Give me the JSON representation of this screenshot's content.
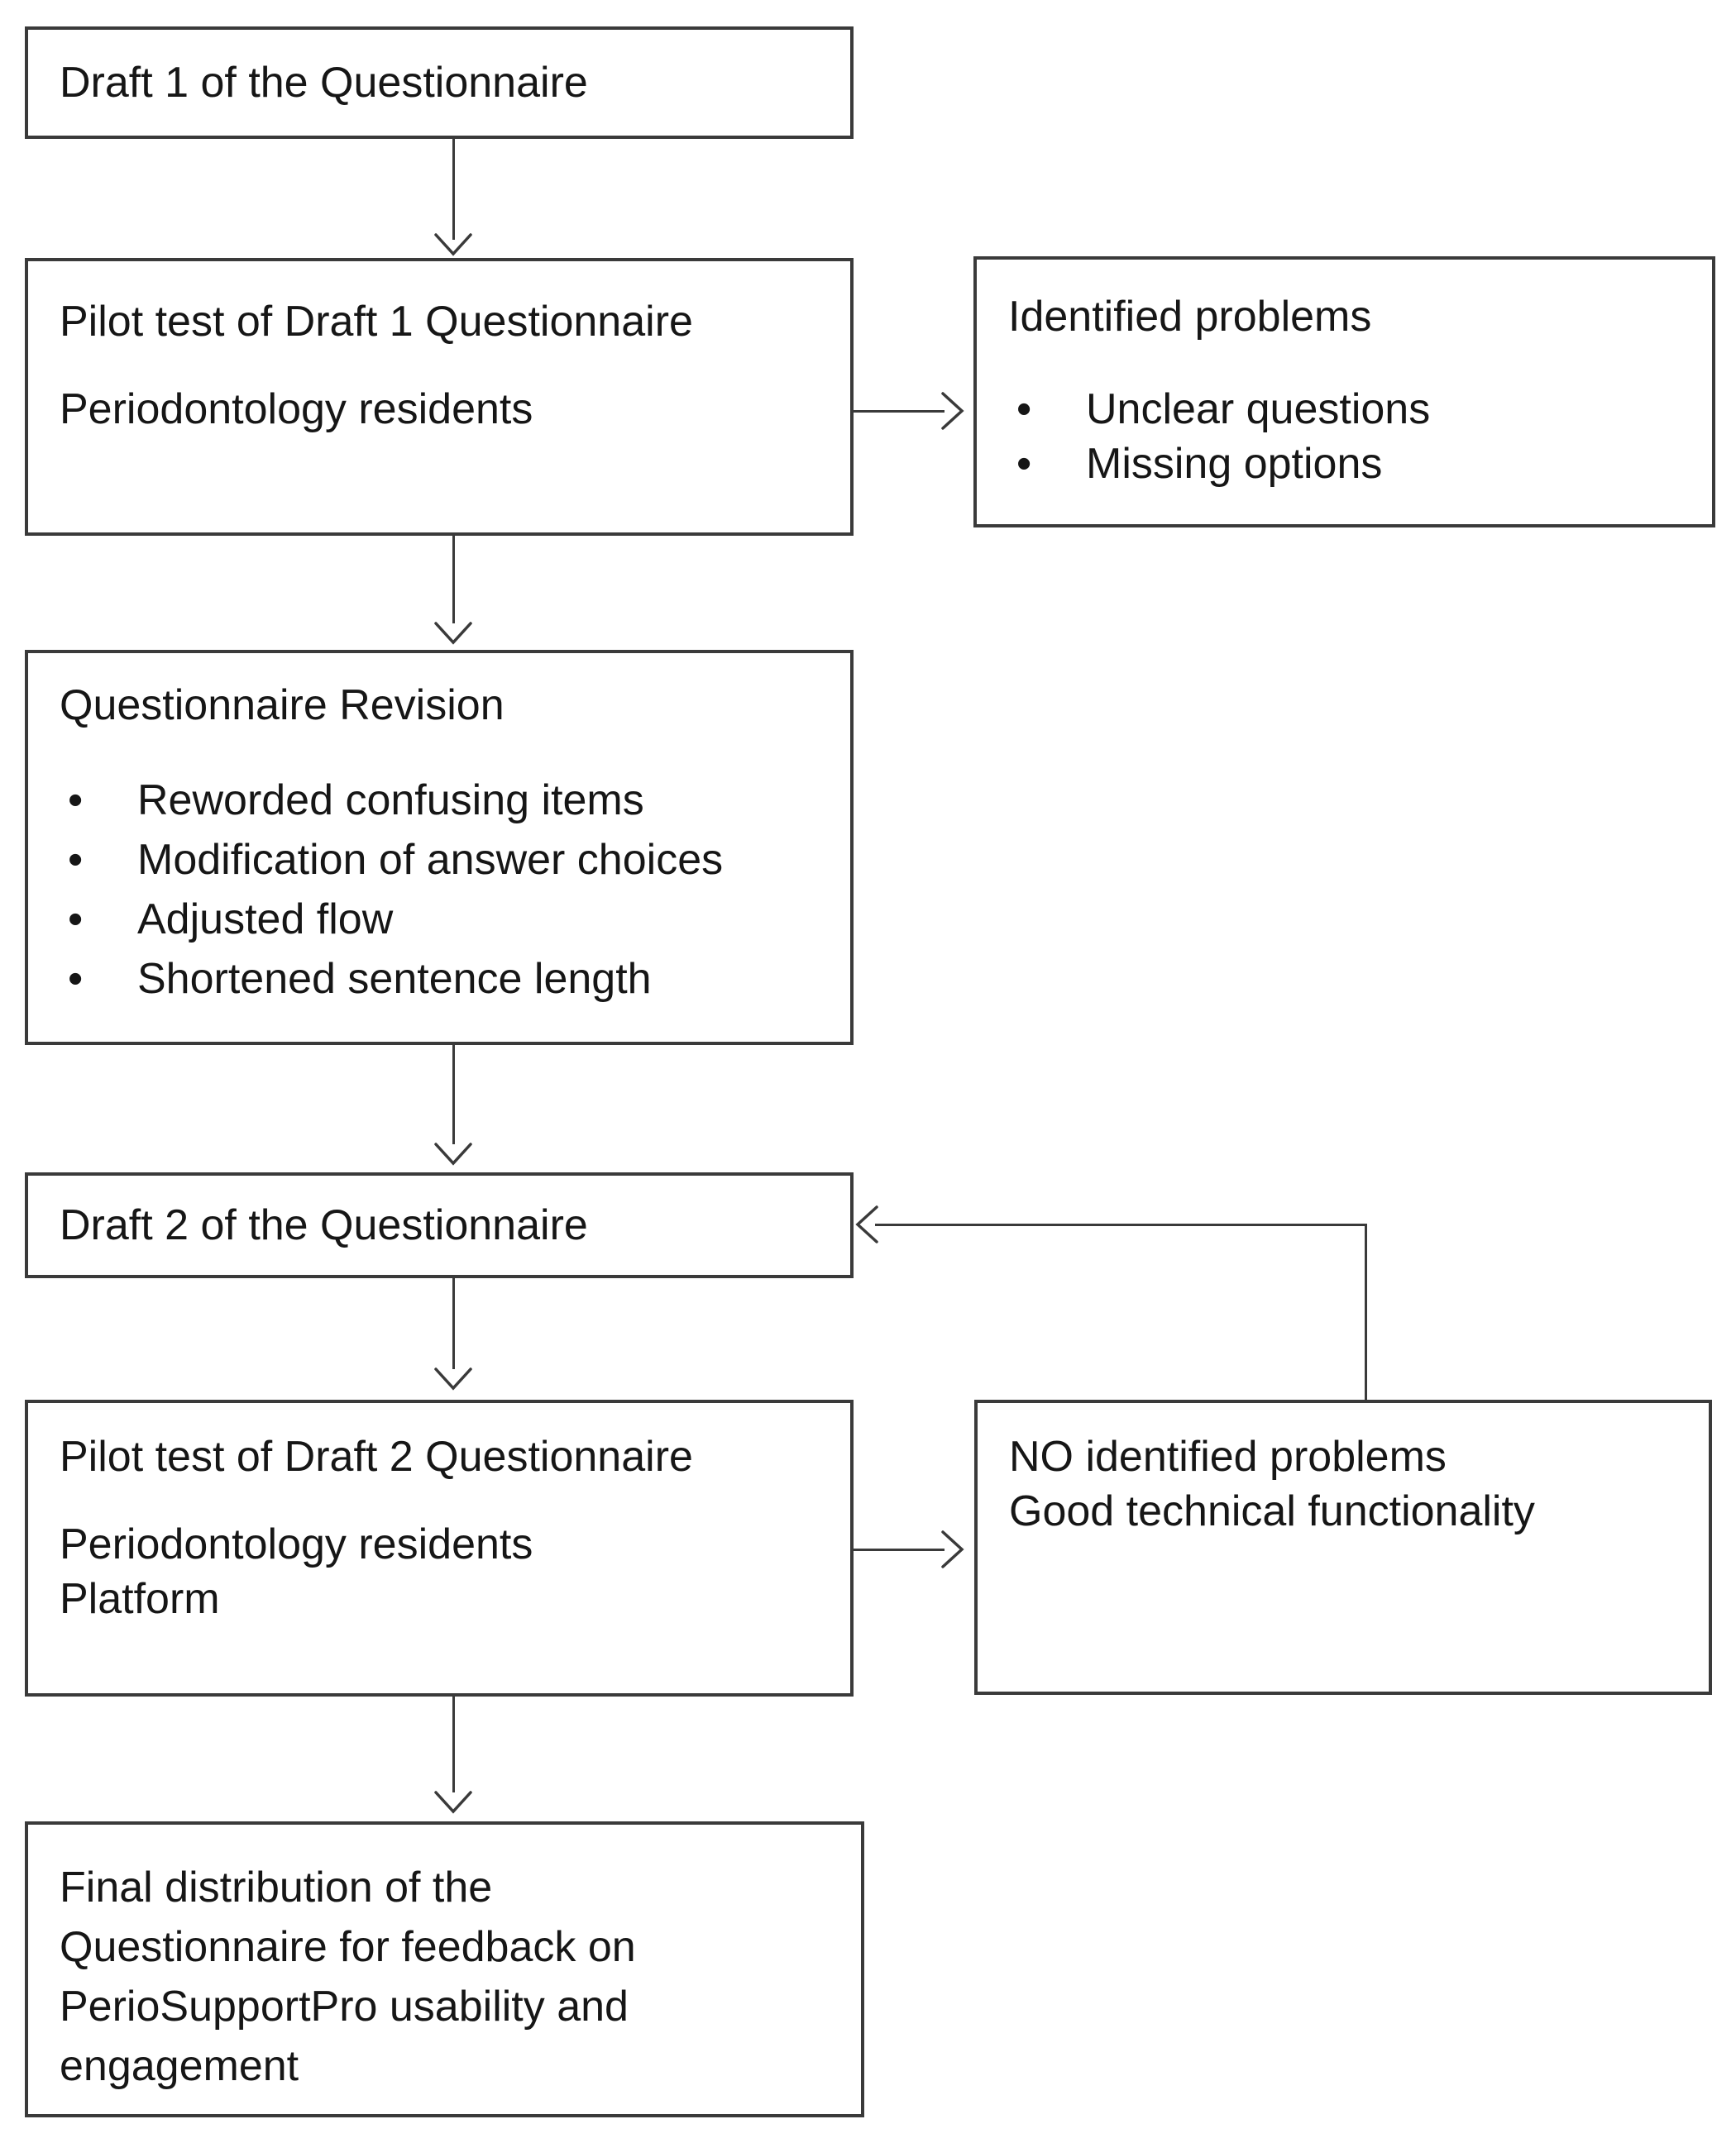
{
  "colors": {
    "background": "#ffffff",
    "ink": "#3a3a3a",
    "text": "#161616"
  },
  "bullet_glyph": "•",
  "nodes": {
    "draft1": {
      "title": "Draft 1 of the Questionnaire"
    },
    "pilot1": {
      "line1": "Pilot test of Draft 1 Questionnaire",
      "line2": "Periodontology residents"
    },
    "identified": {
      "title": "Identified problems",
      "bullets": [
        "Unclear questions",
        "Missing options"
      ]
    },
    "revision": {
      "title": "Questionnaire Revision",
      "bullets": [
        "Reworded confusing items",
        "Modification of answer choices",
        "Adjusted flow",
        "Shortened sentence length"
      ]
    },
    "draft2": {
      "title": "Draft 2 of the Questionnaire"
    },
    "pilot2": {
      "line1": "Pilot test of Draft 2 Questionnaire",
      "line2": "Periodontology residents",
      "line3": "Platform"
    },
    "noproblems": {
      "line1": "NO identified problems",
      "line2": "Good technical functionality"
    },
    "final": {
      "lines": [
        "Final distribution of the",
        "Questionnaire for feedback on",
        "PerioSupportPro usability and",
        "engagement"
      ]
    }
  }
}
